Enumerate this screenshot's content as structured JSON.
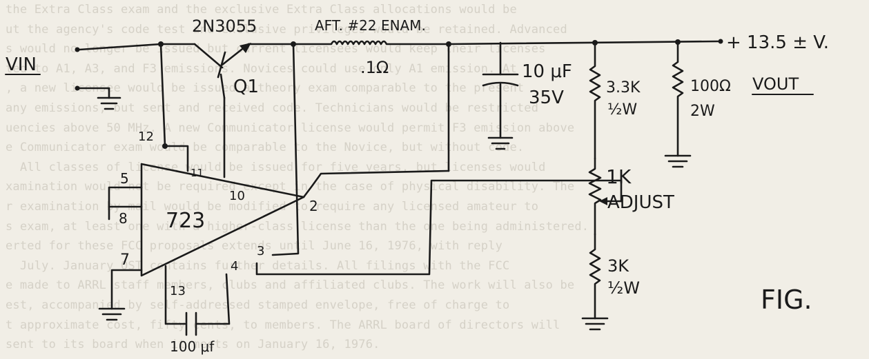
{
  "background_text": [
    "the Extra Class exam and the exclusive Extra Class allocations would be",
    "ut the agency's code test and exclusive privileges would be retained. Advanced",
    "s would no longer be issued but current licensees would keep their licenses",
    "ted to A1, A3, and F3 emissions. Novices could use only A1 emission. At",
    ", a new licensee would be issued a theory exam comparable to the present",
    "any emissions, but sent and received code. Technicians would be restricted",
    "uencies above 50 MHz. A new Communicator license would permit F3 emission above",
    "e Communicator exam would be comparable to the Novice, but without code.",
    "  All classes of license would be issued for five years, but licenses would",
    "xamination would not be required except in the case of physical disability. The",
    "r examination by mail would be modified to require any licensed amateur to",
    "s exam, at least one with a higher-class license than the one being administered.",
    "erted for these FCC proposals extends until June 16, 1976, with reply",
    "  July. January QST contains further details. All filings with the FCC",
    "e made to ARRL staff members, clubs and affiliated clubs. The work will also be",
    "est, accompanied by self-addressed stamped envelope, free of charge to",
    "t approximate cost, fifty cents, to members. The ARRL board of directors will",
    "sent to its board when it meets on January 16, 1976."
  ],
  "labels": {
    "vin": "VIN",
    "transistor_type": "2N3055",
    "transistor_ref": "Q1",
    "wire_label": "AFT. #22 ENAM.",
    "shunt_value": ".1Ω",
    "output_voltage": "+ 13.5 ± V.",
    "cap_value": "10 μF",
    "cap_voltage": "35V",
    "r1_value": "3.3K",
    "r1_power": "½W",
    "load_value": "100Ω",
    "load_power": "2W",
    "vout": "VOUT",
    "pot_value": "1K",
    "pot_label": "ADJUST",
    "r2_value": "3K",
    "r2_power": "½W",
    "ic_name": "723",
    "pin_12": "12",
    "pin_11": "11",
    "pin_5": "5",
    "pin_8": "8",
    "pin_7": "7",
    "pin_10": "10",
    "pin_2": "2",
    "pin_3": "3",
    "pin_4": "4",
    "pin_13": "13",
    "comp_cap_value": "100 μf",
    "fig": "FIG."
  }
}
